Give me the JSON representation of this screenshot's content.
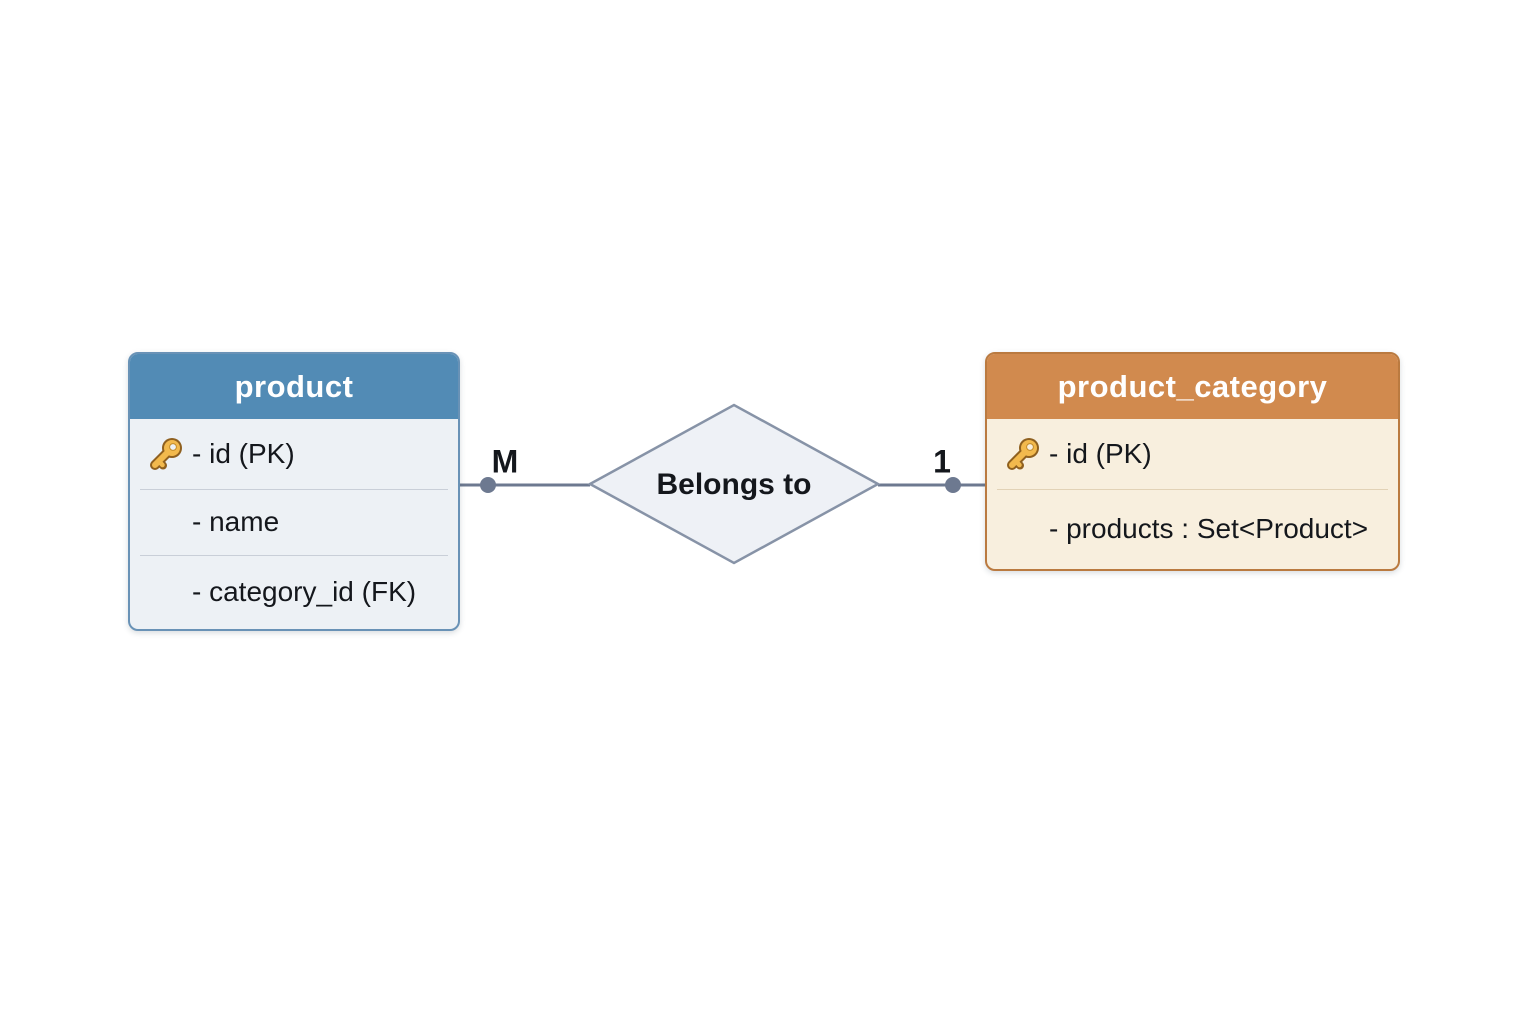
{
  "diagram": {
    "type": "er-diagram",
    "entities": [
      {
        "name": "product",
        "title": "product",
        "colors": {
          "header_bg": "#528bb5",
          "border": "#6992b6",
          "body_bg": "#edf1f5",
          "divider": "#c9cfd8",
          "title_color": "#ffffff"
        },
        "attributes": [
          {
            "label": "- id (PK)",
            "is_primary_key": true,
            "icon": "key-icon"
          },
          {
            "label": "- name",
            "is_primary_key": false
          },
          {
            "label": "- category_id (FK)",
            "is_primary_key": false
          }
        ]
      },
      {
        "name": "product_category",
        "title": "product_category",
        "colors": {
          "header_bg": "#d18a4e",
          "border": "#ba7a40",
          "body_bg": "#f8efde",
          "divider": "#e2d2b6",
          "title_color": "#ffffff"
        },
        "attributes": [
          {
            "label": "- id (PK)",
            "is_primary_key": true,
            "icon": "key-icon"
          },
          {
            "label": "- products : Set<Product>",
            "is_primary_key": false
          }
        ]
      }
    ],
    "relationship": {
      "label": "Belongs to",
      "shape": "diamond",
      "left_cardinality": "M",
      "right_cardinality": "1",
      "colors": {
        "diamond_fill": "#eef1f6",
        "diamond_stroke": "#8793a7",
        "line": "#6d7990",
        "key_icon_gold": "#f2b94d",
        "key_icon_outline": "#8f601f"
      }
    }
  }
}
